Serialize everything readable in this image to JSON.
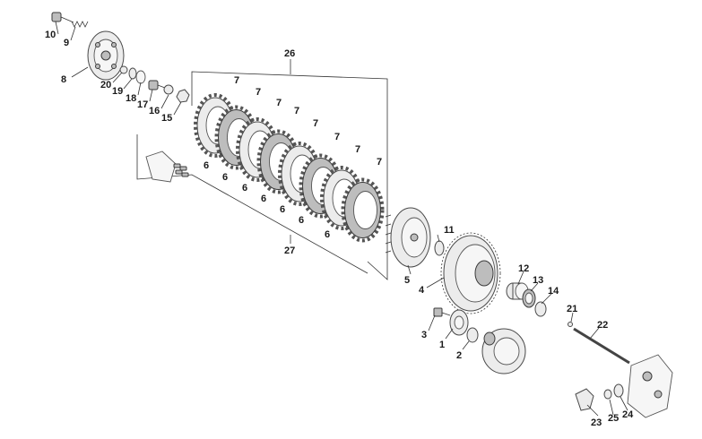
{
  "callouts": {
    "c10": "10",
    "c9": "9",
    "c8": "8",
    "c20": "20",
    "c19": "19",
    "c18": "18",
    "c17": "17",
    "c16": "16",
    "c15": "15",
    "c26": "26",
    "c7a": "7",
    "c7b": "7",
    "c7c": "7",
    "c7d": "7",
    "c7e": "7",
    "c7f": "7",
    "c7g": "7",
    "c7h": "7",
    "c6a": "6",
    "c6b": "6",
    "c6c": "6",
    "c6d": "6",
    "c6e": "6",
    "c6f": "6",
    "c6g": "6",
    "c27": "27",
    "c11": "11",
    "c5": "5",
    "c4": "4",
    "c12": "12",
    "c13": "13",
    "c14": "14",
    "c21": "21",
    "c22": "22",
    "c3": "3",
    "c1": "1",
    "c2": "2",
    "c23": "23",
    "c25": "25",
    "c24": "24"
  },
  "colors": {
    "line": "#333333",
    "part_fill": "#ececec",
    "part_dark": "#bdbdbd",
    "text": "#1a1a1a"
  }
}
